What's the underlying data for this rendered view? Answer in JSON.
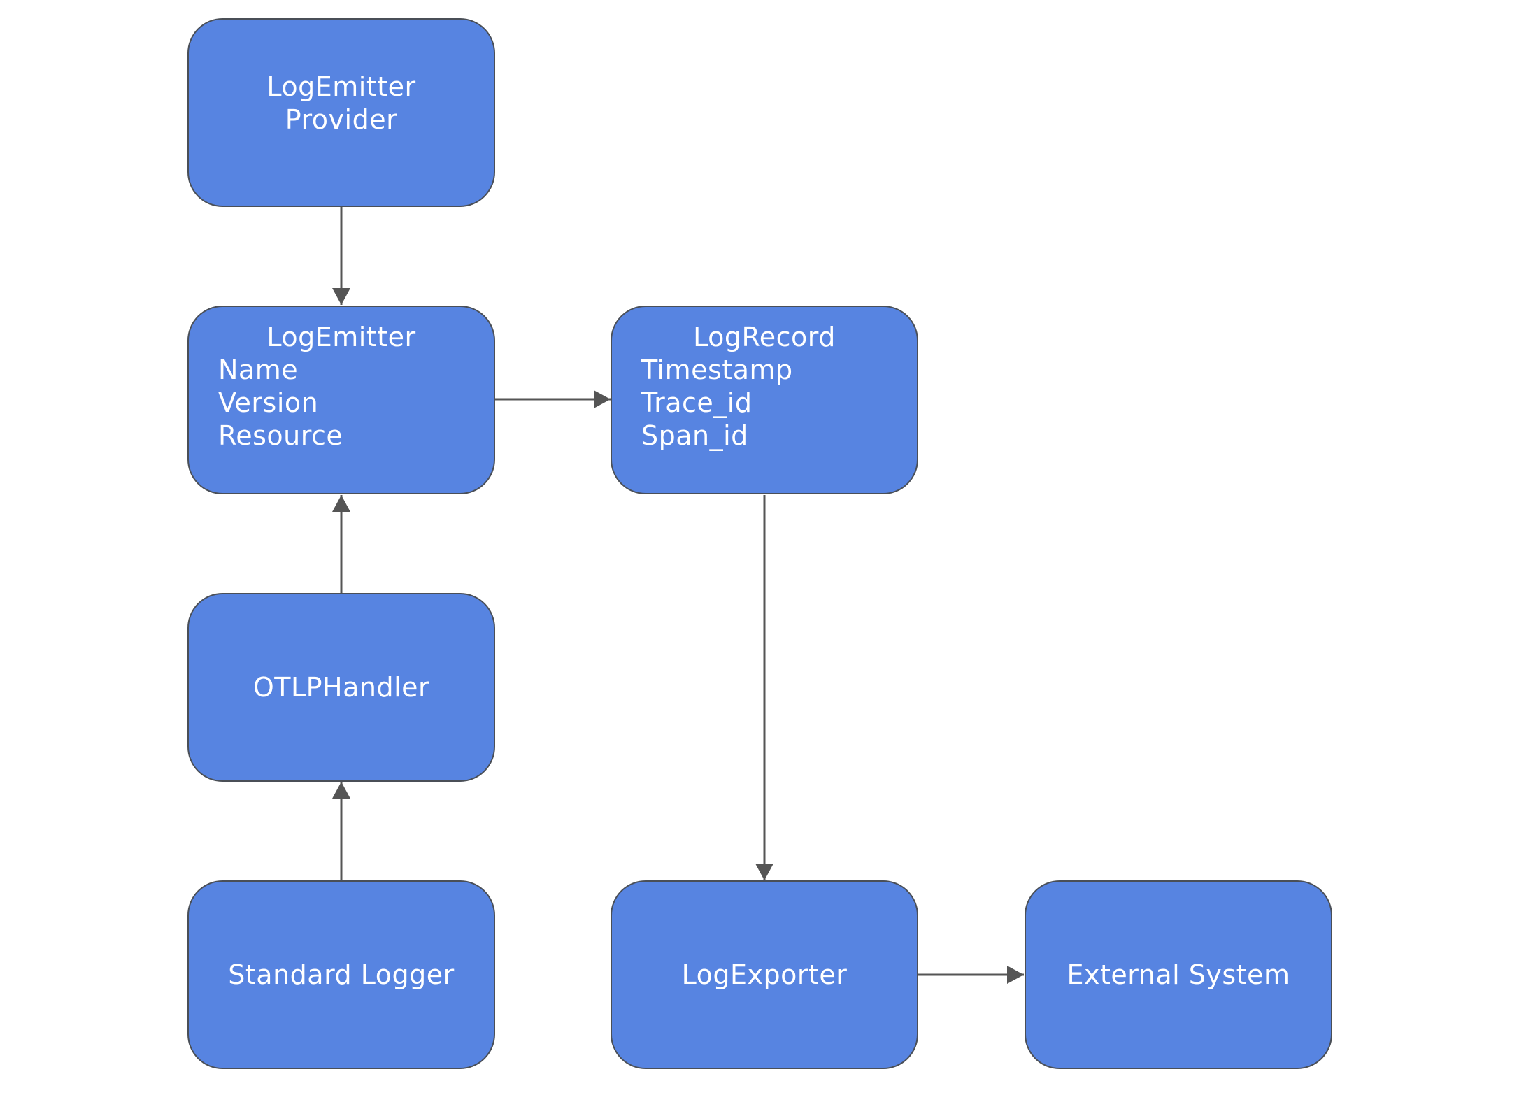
{
  "colors": {
    "node_fill": "#5784e1",
    "node_border": "#4a4f57",
    "text": "#ffffff",
    "edge": "#555555",
    "background": "#ffffff"
  },
  "nodes": {
    "provider": {
      "line1": "LogEmitter",
      "line2": "Provider"
    },
    "emitter": {
      "title": "LogEmitter",
      "fields": [
        "Name",
        "Version",
        "Resource"
      ]
    },
    "record": {
      "title": "LogRecord",
      "fields": [
        "Timestamp",
        "Trace_id",
        "Span_id"
      ]
    },
    "handler": {
      "label": "OTLPHandler"
    },
    "logger": {
      "label": "Standard Logger"
    },
    "exporter": {
      "label": "LogExporter"
    },
    "external": {
      "label": "External System"
    }
  }
}
